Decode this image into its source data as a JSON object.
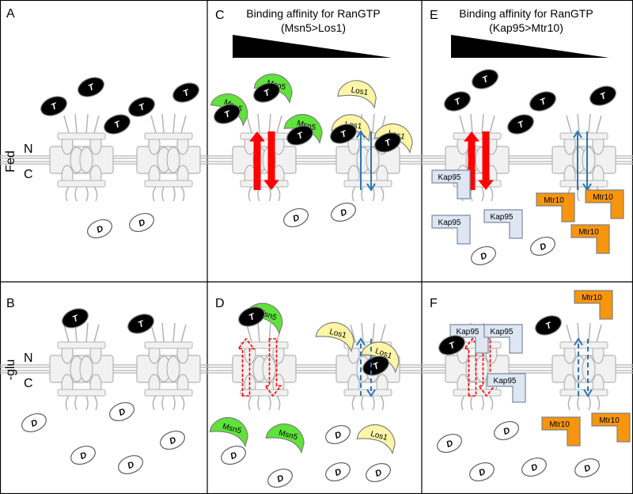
{
  "panels": {
    "A": "A",
    "B": "B",
    "C": "C",
    "D": "D",
    "E": "E",
    "F": "F"
  },
  "side_labels": {
    "fed": "Fed",
    "glu": "-glu",
    "n": "N",
    "c": "C"
  },
  "titles": {
    "c_line1": "Binding affinity for RanGTP",
    "c_line2": "(Msn5>Los1)",
    "e_line1": "Binding affinity for RanGTP",
    "e_line2": "(Kap95>Mtr10)"
  },
  "molecules": {
    "trna": "T",
    "deacyl": "D"
  },
  "receptors": {
    "msn5": "Msn5",
    "los1": "Los1",
    "kap95": "Kap95",
    "mtr10": "Mtr10"
  },
  "colors": {
    "msn5": "#5fe33a",
    "los1": "#fff5a6",
    "kap95": "#dde6f2",
    "mtr10": "#f7950e",
    "arrow_red": "#ff0000",
    "arrow_blue": "#2e75b6",
    "pore": "#f1f1f1",
    "pore_stroke": "#b3b3b3"
  },
  "icons": {
    "pore": "nuclear-pore-complex",
    "trna": "black-oval",
    "deacyl": "white-oval",
    "wedge": "affinity-gradient-wedge"
  }
}
